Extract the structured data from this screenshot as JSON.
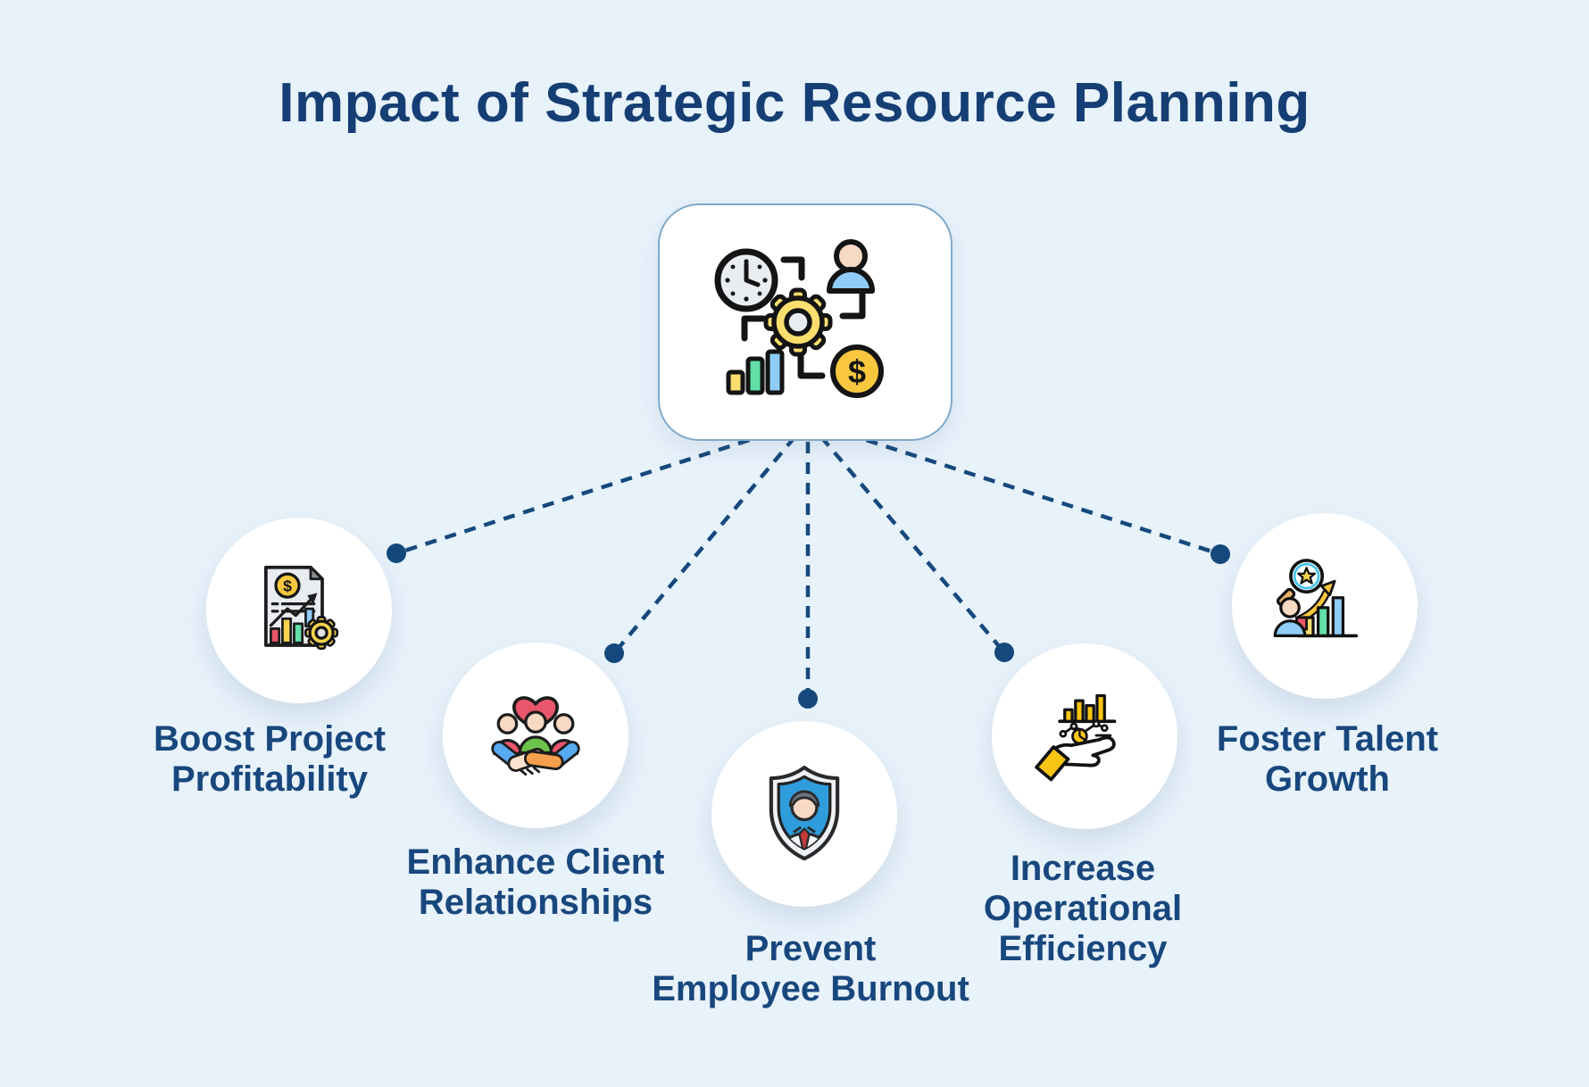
{
  "title": "Impact of Strategic Resource Planning",
  "glyphs": {
    "dollar": "$"
  },
  "colors": {
    "background": "#e8f2fb",
    "title_text": "#153e74",
    "label_text": "#18477d",
    "connector": "#15497d",
    "card_fill": "#ffffff",
    "card_border": "#7fa9cb",
    "node_fill": "#ffffff",
    "icon_yellow": "#fade6e",
    "icon_gold": "#f8c73e",
    "icon_green": "#63dfa8",
    "icon_blue": "#8fcdf8",
    "icon_red": "#e9566b",
    "icon_skin": "#f8d9c4"
  },
  "center": {
    "name": "strategic-resource-planning",
    "icon": "resource-planning-icon"
  },
  "nodes": [
    {
      "id": "boost-project-profitability",
      "icon": "profit-report-icon",
      "label_lines": [
        "Boost Project",
        "Profitability"
      ]
    },
    {
      "id": "enhance-client-relationships",
      "icon": "client-relationship-icon",
      "label_lines": [
        "Enhance Client",
        "Relationships"
      ]
    },
    {
      "id": "prevent-employee-burnout",
      "icon": "employee-shield-icon",
      "label_lines": [
        "Prevent",
        "Employee Burnout"
      ]
    },
    {
      "id": "increase-operational-efficiency",
      "icon": "hand-analytics-icon",
      "label_lines": [
        "Increase",
        "Operational",
        "Efficiency"
      ]
    },
    {
      "id": "foster-talent-growth",
      "icon": "talent-growth-icon",
      "label_lines": [
        "Foster Talent",
        "Growth"
      ]
    }
  ]
}
